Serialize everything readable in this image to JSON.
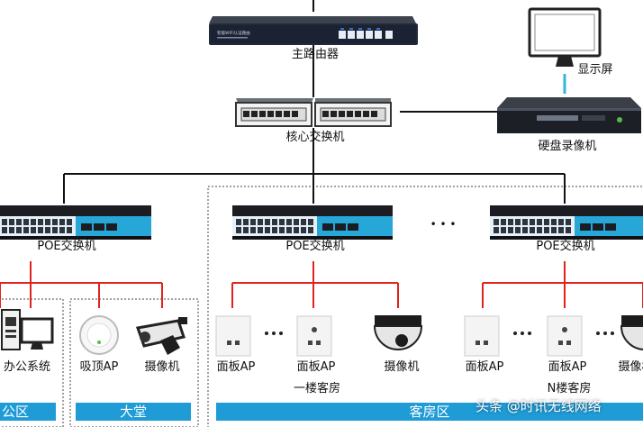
{
  "nodes": {
    "router": "主路由器",
    "core_switch": "核心交换机",
    "monitor": "显示屏",
    "nvr": "硬盘录像机",
    "poe_left": "POE交换机",
    "poe_mid": "POE交换机",
    "poe_right": "POE交换机",
    "ellipsis": "• • •"
  },
  "devices": {
    "office_system": "办公系统",
    "ceiling_ap": "吸顶AP",
    "camera_lobby": "摄像机",
    "panel_ap_1": "面板AP",
    "panel_ap_2": "面板AP",
    "camera_floor1": "摄像机",
    "panel_ap_3": "面板AP",
    "panel_ap_4": "面板AP",
    "camera_floorn": "摄像机"
  },
  "groups": {
    "floor1": "一楼客房",
    "floorn": "N楼客房"
  },
  "zones": {
    "office": "公区",
    "lobby": "大堂",
    "guest": "客房区"
  },
  "device_labels": {
    "router_brand": "智能WIFI认证路由"
  },
  "watermark": "头条 @时讯无线网络",
  "colors": {
    "black_link": "#111111",
    "red_link": "#e0231c",
    "cyan_link": "#30b8d8",
    "zone_bar": "#1f9bd6",
    "switch_blue": "#2aa7d9"
  }
}
